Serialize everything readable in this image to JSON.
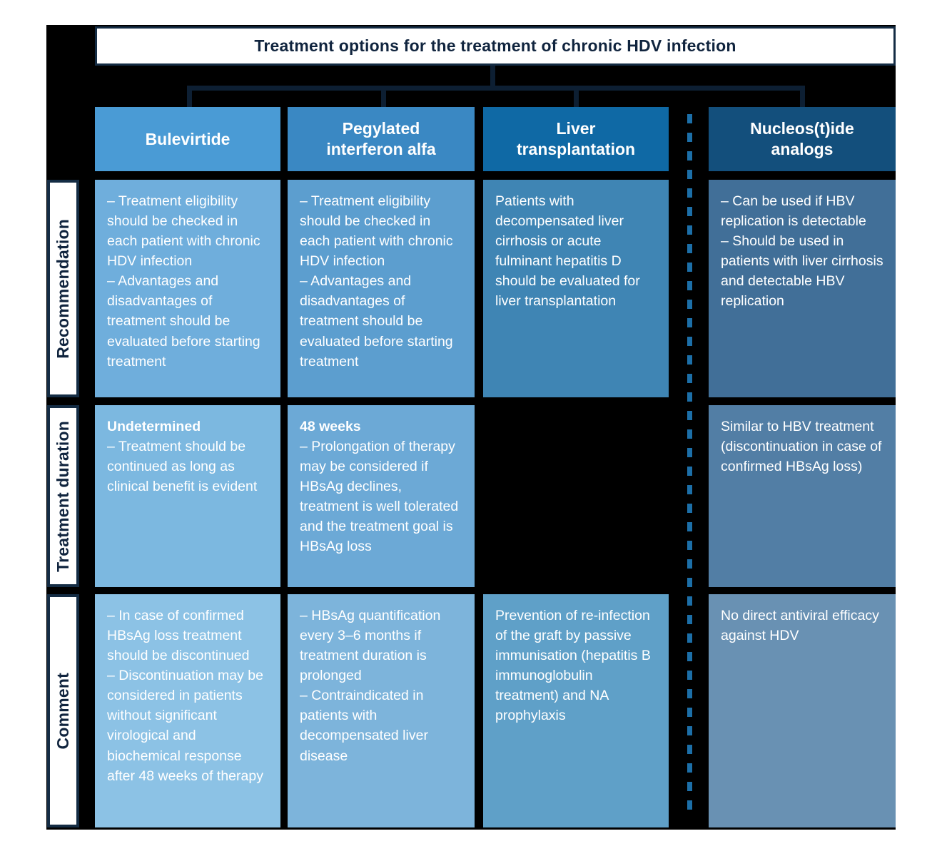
{
  "title": "Treatment options for the treatment of chronic HDV infection",
  "row_labels": {
    "recommendation": "Recommendation",
    "duration": "Treatment duration",
    "comment": "Comment"
  },
  "columns": [
    {
      "header": "Bulevirtide",
      "recommendation": "– Treatment eligibility should be checked in each patient with chronic HDV infection\n– Advantages and disadvantages of treatment should be evaluated before starting treatment",
      "duration_lead": "Undetermined",
      "duration": "– Treatment should be continued as long as clinical benefit is evident",
      "comment": "– In case of confirmed HBsAg loss treatment should be discontinued\n– Discontinuation may be considered in patients without significant virological and biochemical response after 48 weeks of therapy"
    },
    {
      "header": "Pegylated\ninterferon alfa",
      "recommendation": "– Treatment eligibility should be checked in each patient with chronic HDV infection\n– Advantages and disadvantages of treatment should be evaluated before starting treatment",
      "duration_lead": "48 weeks",
      "duration": "– Prolongation of therapy may be considered if HBsAg declines, treatment is well tolerated and the treatment goal is HBsAg loss",
      "comment": "– HBsAg quantification every 3–6 months if treatment duration is prolonged\n– Contraindicated in patients with decompensated liver disease"
    },
    {
      "header": "Liver\ntransplantation",
      "recommendation": "Patients with decompensated liver cirrhosis or acute fulminant hepatitis D should be evaluated for liver transplantation",
      "comment": "Prevention of re-infection of the graft by passive immunisation (hepatitis B immunoglobulin treatment) and NA prophylaxis"
    },
    {
      "header": "Nucleos(t)ide\nanalogs",
      "recommendation": "– Can be used if HBV replication is detectable\n– Should be used in patients with liver cirrhosis and detectable HBV replication",
      "duration": "Similar to HBV treatment (discontinuation in case of confirmed HBsAg loss)",
      "comment": "No direct antiviral efficacy against HDV"
    }
  ],
  "palette": {
    "canvas": "#000000",
    "connector": "#0D1F33",
    "divider_dash": "#1C6FA8",
    "title_text": "#10243E",
    "cell_text": "#FFFFFF",
    "col_bulevirtide": {
      "header": "#4A9BD5",
      "recommendation": "#6FAEDC",
      "duration": "#7CB8E0",
      "comment": "#8CC2E5"
    },
    "col_peg_ifn": {
      "header": "#3A88C3",
      "recommendation": "#5C9ECF",
      "duration": "#6CA9D6",
      "comment": "#7DB4DB"
    },
    "col_liver_tx": {
      "header": "#0F69A5",
      "recommendation": "#3F85B4",
      "comment": "#5FA0C8"
    },
    "col_na": {
      "header": "#134F7C",
      "recommendation": "#416F98",
      "duration": "#527EA5",
      "comment": "#6991B3"
    }
  }
}
